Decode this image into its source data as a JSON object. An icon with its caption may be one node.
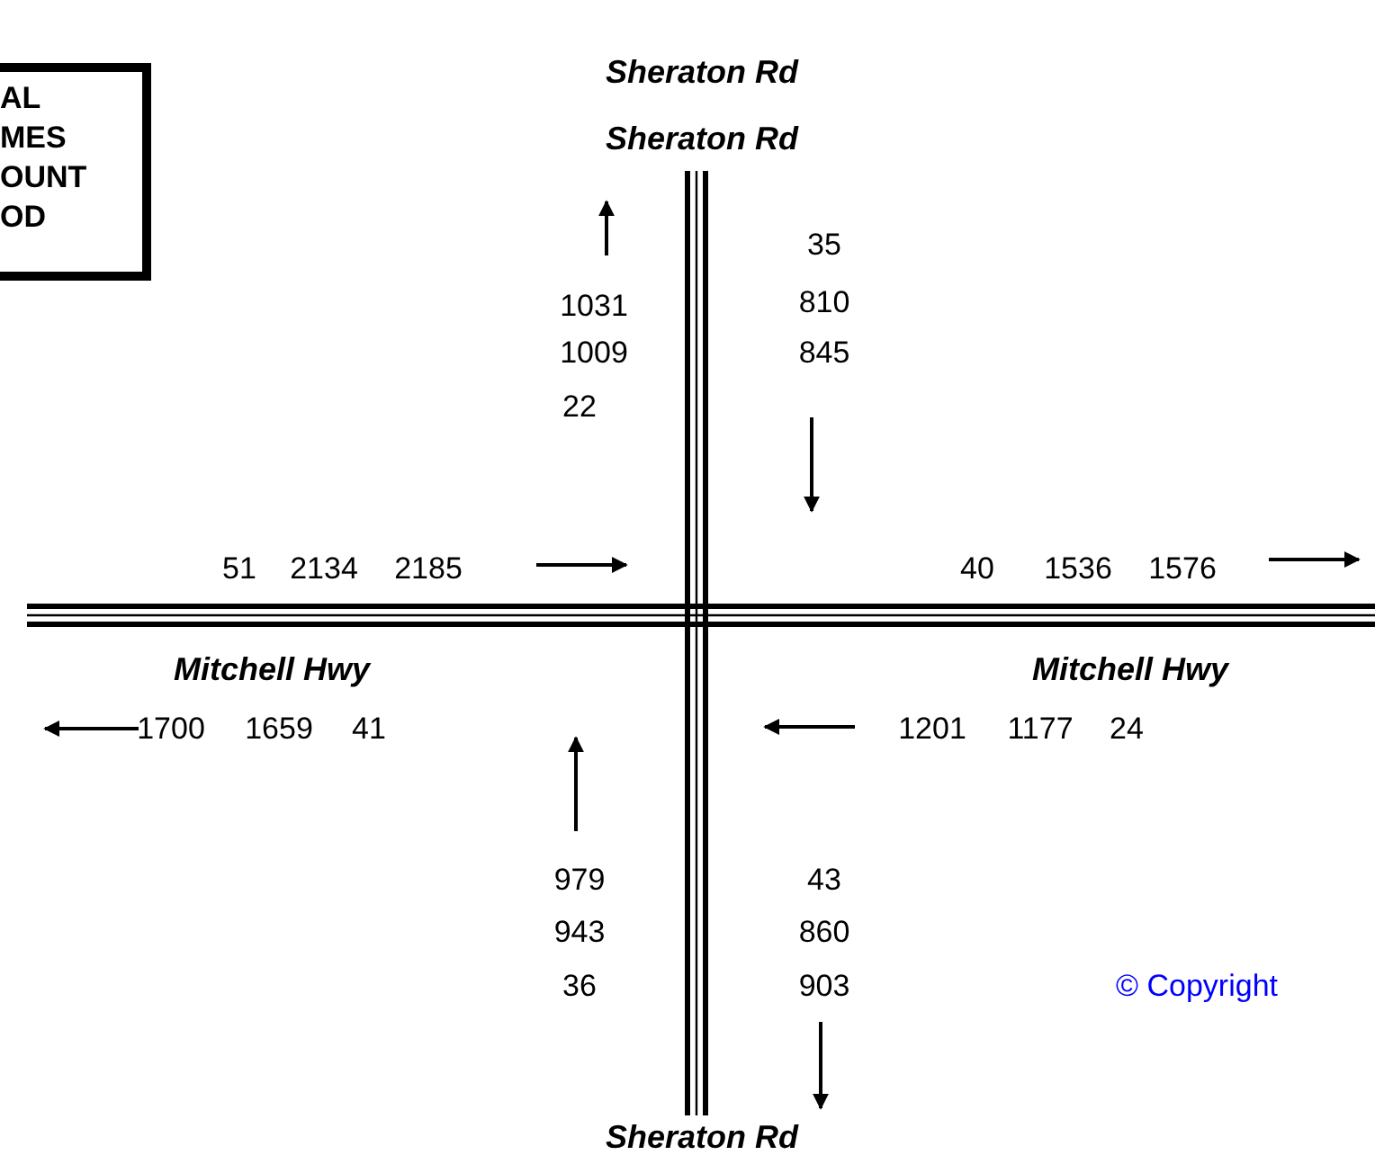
{
  "diagram": {
    "nodes": [
      {
        "text": [
          "AL MES OUNT OD"
        ]
      }
    ],
    "labels": [
      "Sheraton Rd",
      "Sheraton Rd",
      "35",
      "1031",
      "810",
      "1009",
      "845",
      "22",
      "51",
      "2134",
      "2185",
      "40",
      "1536",
      "1576",
      "Mitchell Hwy",
      "Mitchell Hwy",
      "1700",
      "1659",
      "41",
      "1201",
      "1177",
      "24",
      "979",
      "43",
      "943",
      "860",
      "36",
      "903",
      "© Copyright",
      "Sheraton Rd"
    ]
  }
}
